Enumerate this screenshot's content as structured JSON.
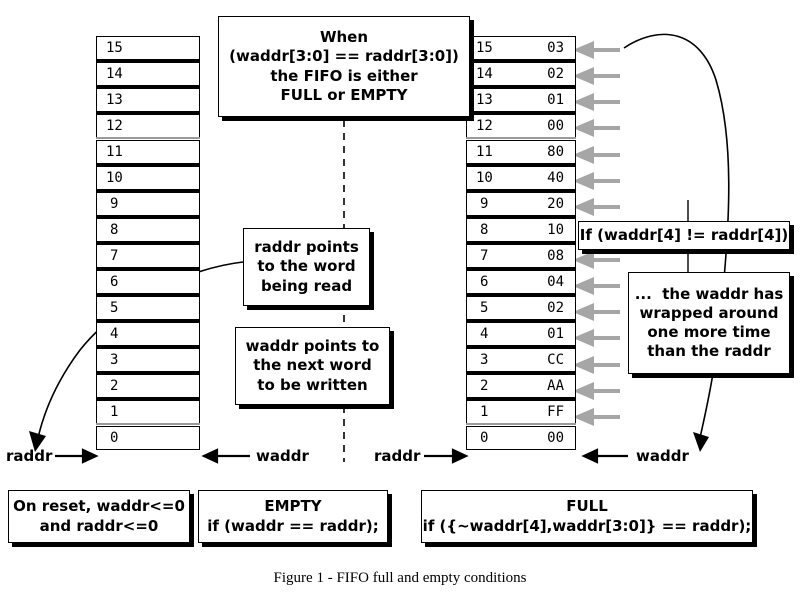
{
  "figure": {
    "caption": "Figure 1 - FIFO full and empty conditions"
  },
  "left_fifo": {
    "name": "left-fifo-memory",
    "cells": [
      {
        "index": "15",
        "value": ""
      },
      {
        "index": "14",
        "value": ""
      },
      {
        "index": "13",
        "value": ""
      },
      {
        "index": "12",
        "value": ""
      },
      {
        "index": "11",
        "value": ""
      },
      {
        "index": "10",
        "value": ""
      },
      {
        "index": "9",
        "value": ""
      },
      {
        "index": "8",
        "value": ""
      },
      {
        "index": "7",
        "value": ""
      },
      {
        "index": "6",
        "value": ""
      },
      {
        "index": "5",
        "value": ""
      },
      {
        "index": "4",
        "value": ""
      },
      {
        "index": "3",
        "value": ""
      },
      {
        "index": "2",
        "value": ""
      },
      {
        "index": "1",
        "value": ""
      },
      {
        "index": "0",
        "value": ""
      }
    ],
    "raddr_label": "raddr",
    "waddr_label": "waddr"
  },
  "right_fifo": {
    "name": "right-fifo-memory",
    "cells": [
      {
        "index": "15",
        "value": "03"
      },
      {
        "index": "14",
        "value": "02"
      },
      {
        "index": "13",
        "value": "01"
      },
      {
        "index": "12",
        "value": "00"
      },
      {
        "index": "11",
        "value": "80"
      },
      {
        "index": "10",
        "value": "40"
      },
      {
        "index": "9",
        "value": "20"
      },
      {
        "index": "8",
        "value": "10"
      },
      {
        "index": "7",
        "value": "08"
      },
      {
        "index": "6",
        "value": "04"
      },
      {
        "index": "5",
        "value": "02"
      },
      {
        "index": "4",
        "value": "01"
      },
      {
        "index": "3",
        "value": "CC"
      },
      {
        "index": "2",
        "value": "AA"
      },
      {
        "index": "1",
        "value": "FF"
      },
      {
        "index": "0",
        "value": "00"
      }
    ],
    "raddr_label": "raddr",
    "waddr_label": "waddr"
  },
  "callouts": {
    "when_full_or_empty": {
      "line1": "When",
      "line2": "(waddr[3:0] == raddr[3:0])",
      "line3": "the FIFO is either",
      "line4": "FULL or EMPTY"
    },
    "raddr_points": {
      "line1": "raddr points",
      "line2": "to the word",
      "line3": "being read"
    },
    "waddr_points": {
      "line1": "waddr points to",
      "line2": "the next word",
      "line3": "to be written"
    },
    "msb_differ": {
      "line1": "If (waddr[4] != raddr[4])"
    },
    "wrapped_around": {
      "line1": "...  the waddr has",
      "line2": "wrapped around",
      "line3": "one more time",
      "line4": "than the raddr"
    }
  },
  "conditions": {
    "on_reset": {
      "line1": "On reset, waddr<=0",
      "line2": "and raddr<=0"
    },
    "empty": {
      "line1": "EMPTY",
      "line2": "if (waddr == raddr);"
    },
    "full": {
      "line1": "FULL",
      "line2": "if ({~waddr[4],waddr[3:0]} == raddr);"
    }
  },
  "colors": {
    "ink": "#000000",
    "gray_arrow": "#a6a6a6",
    "light_sep": "#9a9a9a",
    "background": "#ffffff"
  }
}
